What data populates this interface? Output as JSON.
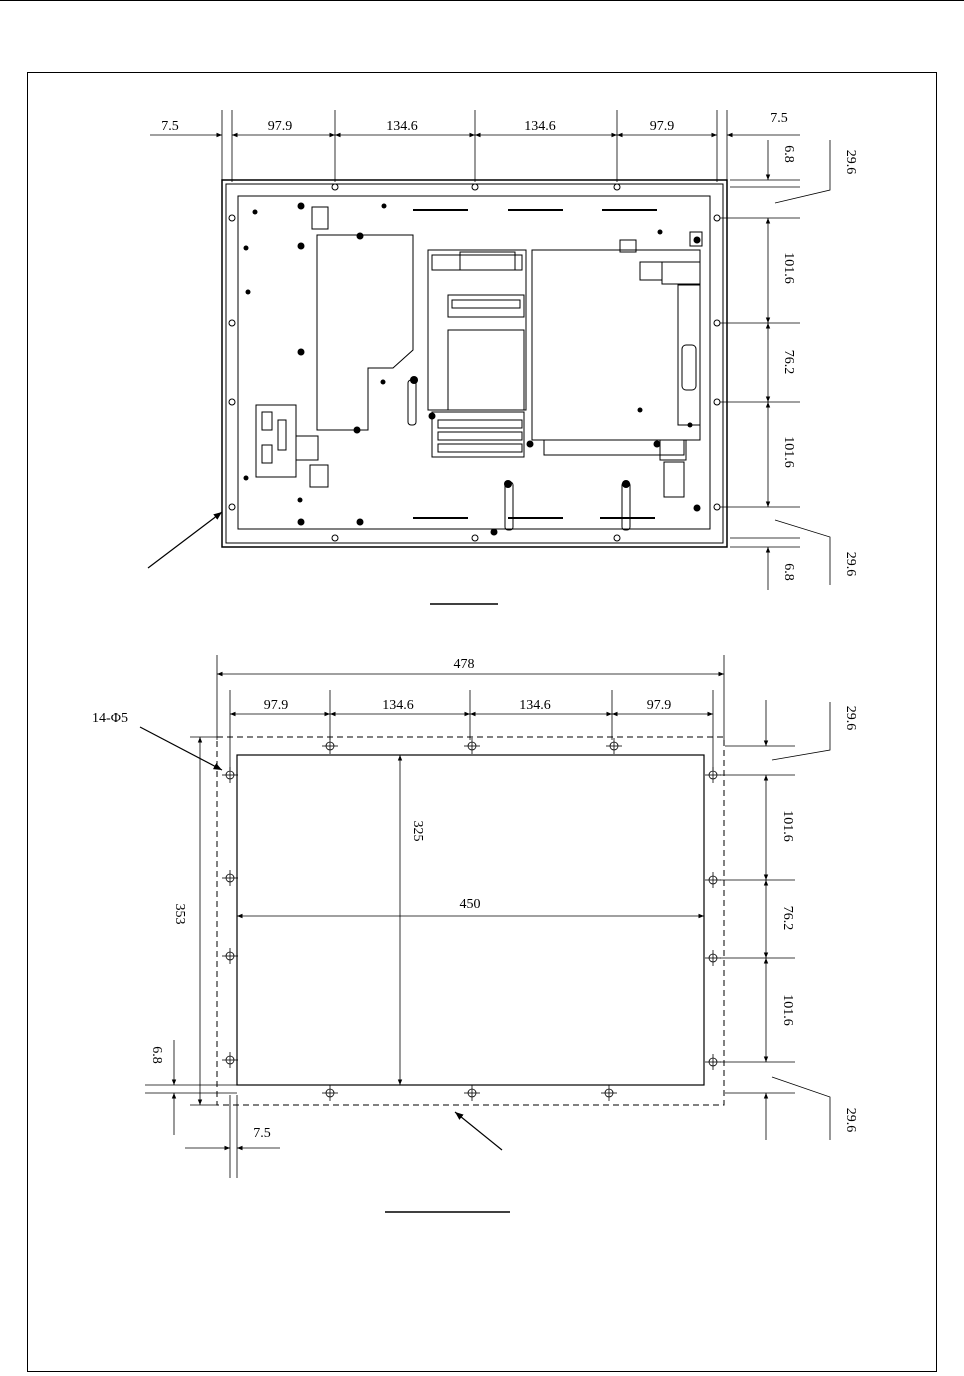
{
  "colors": {
    "line": "#000000",
    "background": "#ffffff"
  },
  "top_view": {
    "width_dims": [
      "7.5",
      "97.9",
      "134.6",
      "134.6",
      "97.9",
      "7.5"
    ],
    "right_top_small": "6.8",
    "right_top_big": "29.6",
    "right_dims": [
      "101.6",
      "76.2",
      "101.6"
    ],
    "right_bottom_big": "29.6",
    "right_bottom_small": "6.8"
  },
  "cutout_view": {
    "overall_width": "478",
    "hole_spacing": [
      "97.9",
      "134.6",
      "134.6",
      "97.9"
    ],
    "hole_callout": "14-Φ5",
    "overall_height": "353",
    "cutout_height": "325",
    "cutout_width": "450",
    "left_offset": "6.8",
    "bottom_offset": "7.5",
    "right_top": "29.6",
    "right_dims": [
      "101.6",
      "76.2",
      "101.6"
    ],
    "right_bottom": "29.6"
  }
}
